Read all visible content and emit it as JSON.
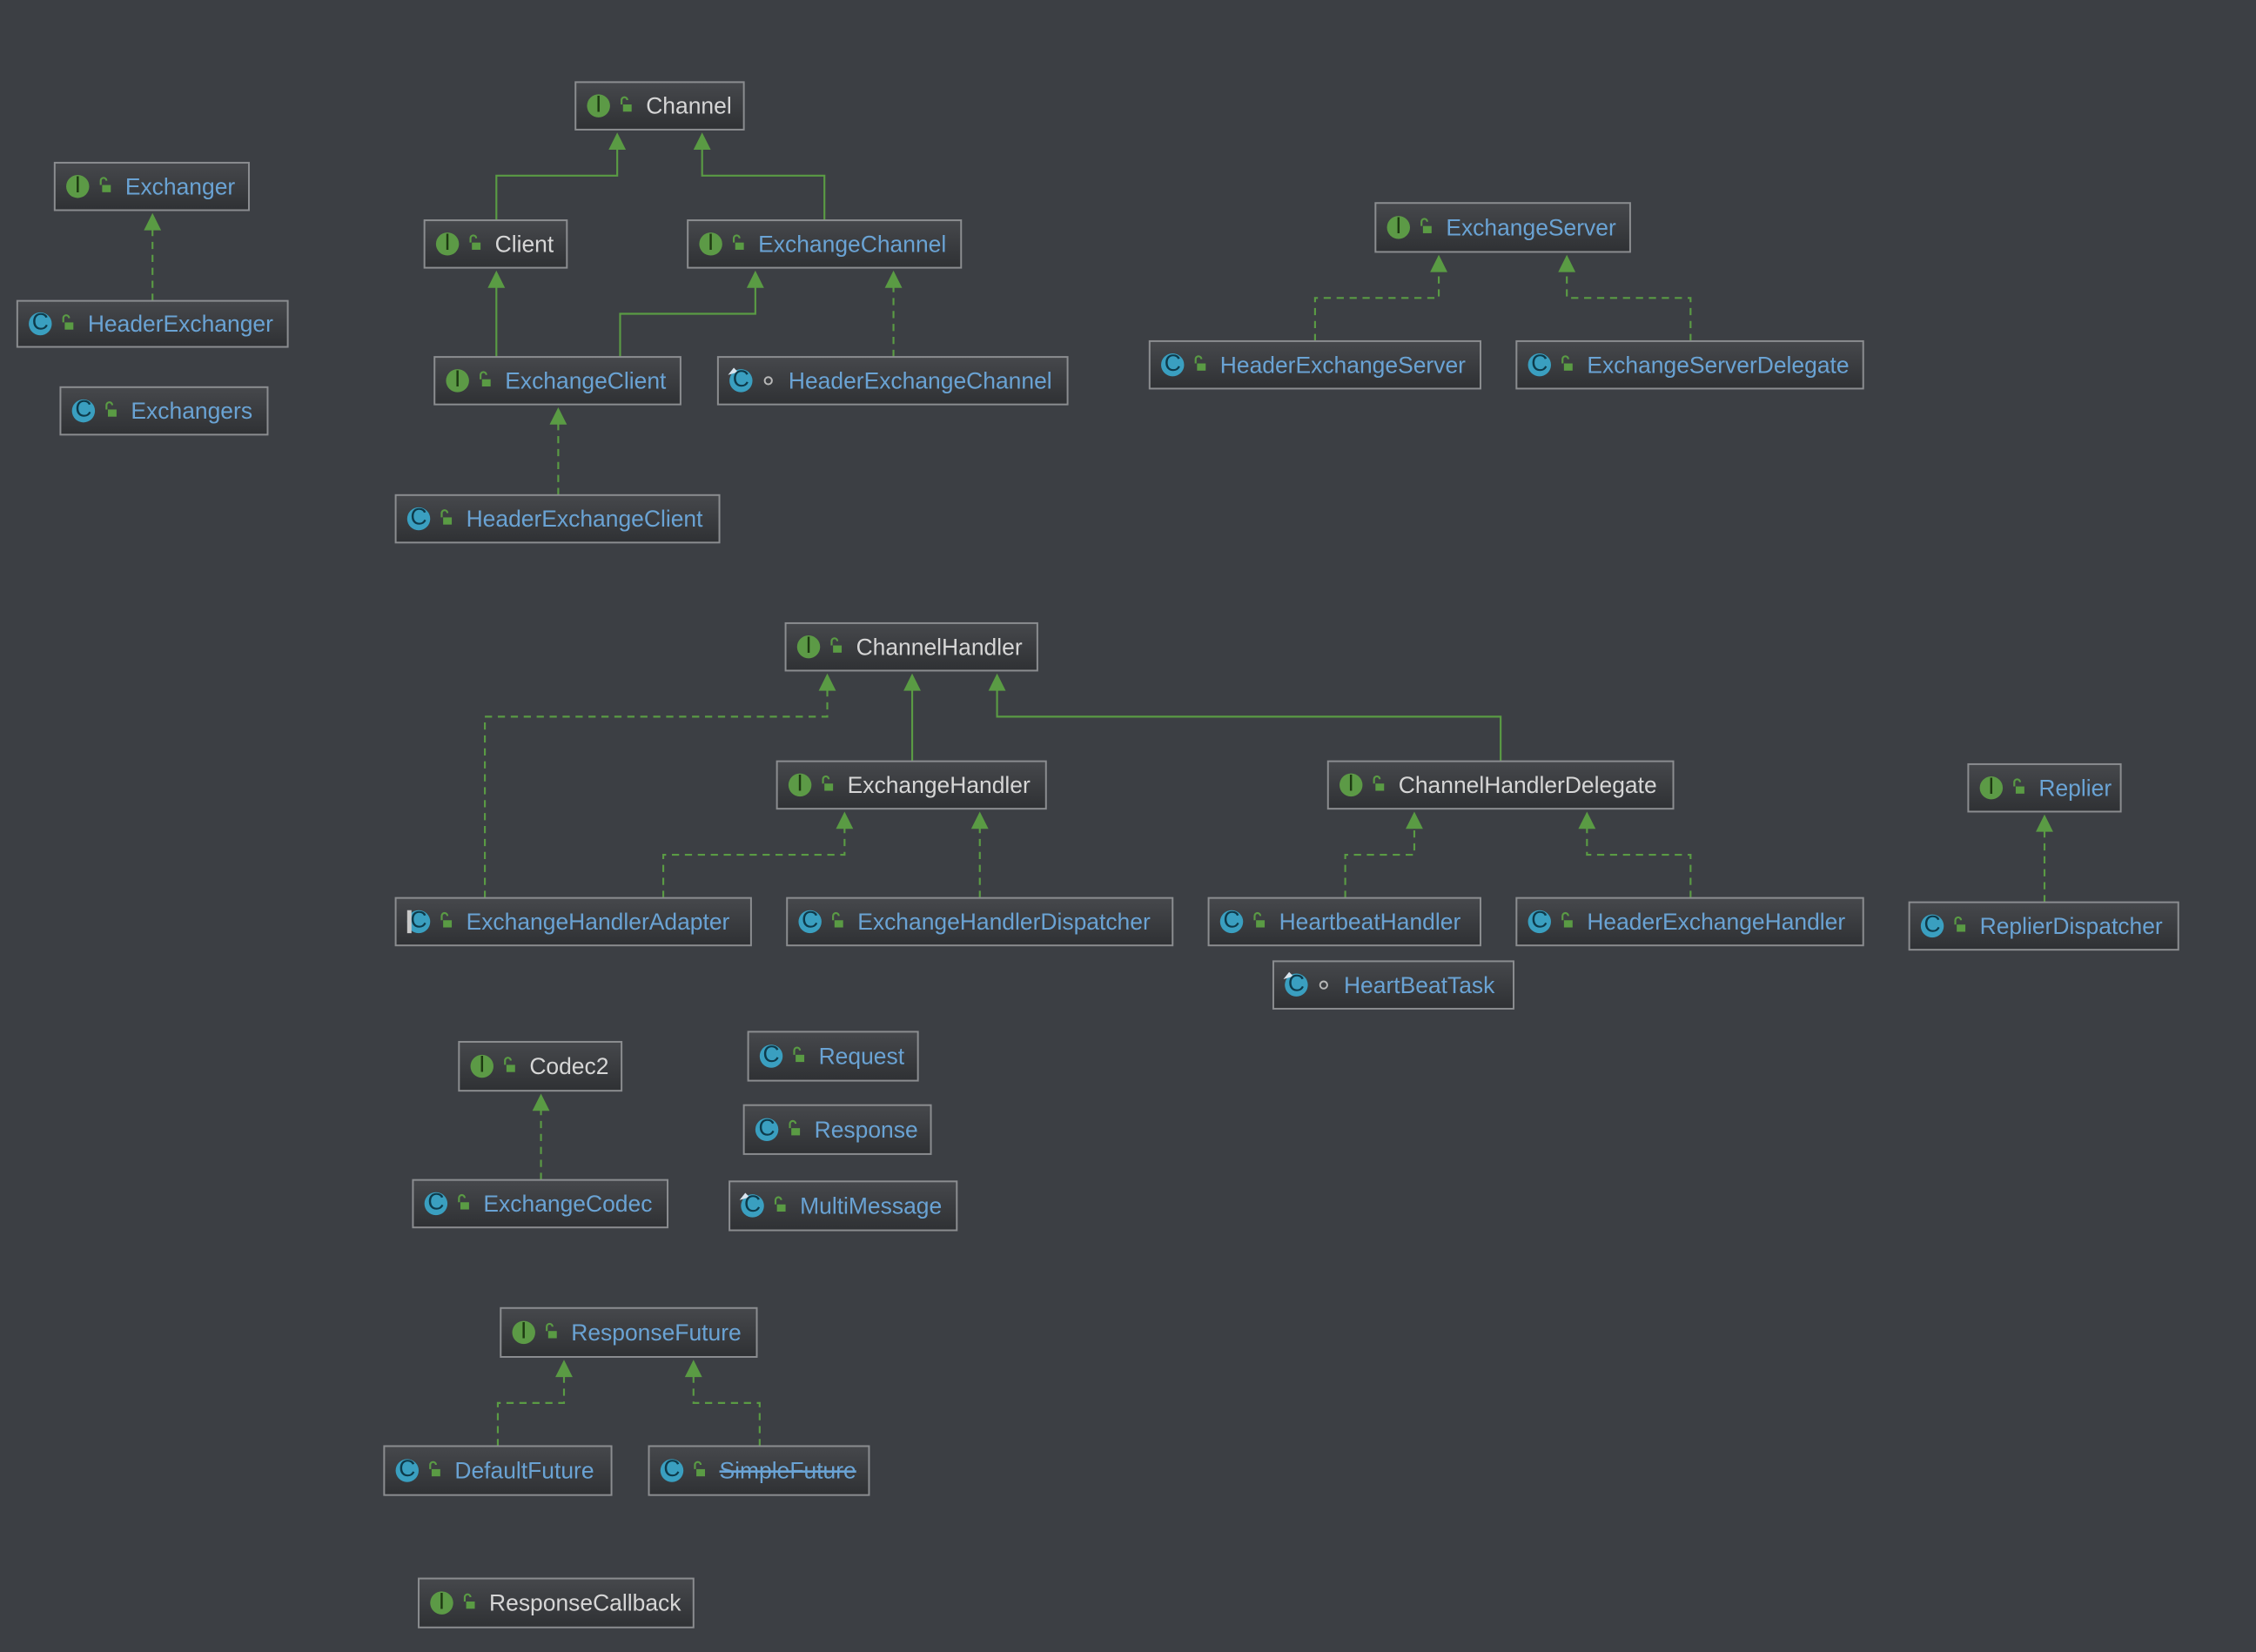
{
  "colors": {
    "background": "#3c3f44",
    "edge": "#5a9b44",
    "interface_badge": "#5c9a46",
    "class_badge": "#3a9fc0",
    "text_blue": "#6aa3d4",
    "text_white": "#d6d6d6"
  },
  "badges": {
    "interface": "I",
    "class": "C"
  },
  "nodes": [
    {
      "name": "Channel",
      "kind": "interface",
      "text": "white"
    },
    {
      "name": "Exchanger",
      "kind": "interface",
      "text": "blue"
    },
    {
      "name": "HeaderExchanger",
      "kind": "class",
      "text": "blue"
    },
    {
      "name": "Exchangers",
      "kind": "class",
      "text": "blue"
    },
    {
      "name": "Client",
      "kind": "interface",
      "text": "white"
    },
    {
      "name": "ExchangeChannel",
      "kind": "interface",
      "text": "blue"
    },
    {
      "name": "ExchangeClient",
      "kind": "interface",
      "text": "blue"
    },
    {
      "name": "HeaderExchangeChannel",
      "kind": "class-final",
      "text": "blue",
      "visibility": "package"
    },
    {
      "name": "HeaderExchangeClient",
      "kind": "class",
      "text": "blue"
    },
    {
      "name": "ExchangeServer",
      "kind": "interface",
      "text": "blue"
    },
    {
      "name": "HeaderExchangeServer",
      "kind": "class",
      "text": "blue"
    },
    {
      "name": "ExchangeServerDelegate",
      "kind": "class",
      "text": "blue"
    },
    {
      "name": "ChannelHandler",
      "kind": "interface",
      "text": "white"
    },
    {
      "name": "ExchangeHandler",
      "kind": "interface",
      "text": "white"
    },
    {
      "name": "ChannelHandlerDelegate",
      "kind": "interface",
      "text": "white"
    },
    {
      "name": "Replier",
      "kind": "interface",
      "text": "blue"
    },
    {
      "name": "ExchangeHandlerAdapter",
      "kind": "abstract",
      "text": "blue"
    },
    {
      "name": "ExchangeHandlerDispatcher",
      "kind": "class",
      "text": "blue"
    },
    {
      "name": "HeartbeatHandler",
      "kind": "class",
      "text": "blue"
    },
    {
      "name": "HeaderExchangeHandler",
      "kind": "class",
      "text": "blue"
    },
    {
      "name": "ReplierDispatcher",
      "kind": "class",
      "text": "blue"
    },
    {
      "name": "HeartBeatTask",
      "kind": "class-final",
      "text": "blue",
      "visibility": "package"
    },
    {
      "name": "Codec2",
      "kind": "interface",
      "text": "white"
    },
    {
      "name": "Request",
      "kind": "class",
      "text": "blue"
    },
    {
      "name": "Response",
      "kind": "class",
      "text": "blue"
    },
    {
      "name": "ExchangeCodec",
      "kind": "class",
      "text": "blue"
    },
    {
      "name": "MultiMessage",
      "kind": "class-final",
      "text": "blue"
    },
    {
      "name": "ResponseFuture",
      "kind": "interface",
      "text": "blue"
    },
    {
      "name": "DefaultFuture",
      "kind": "class",
      "text": "blue"
    },
    {
      "name": "SimpleFuture",
      "kind": "class",
      "text": "blue",
      "deprecated": true
    },
    {
      "name": "ResponseCallback",
      "kind": "interface",
      "text": "white"
    }
  ],
  "edges": [
    {
      "from": "Client",
      "to": "Channel",
      "type": "extends"
    },
    {
      "from": "ExchangeChannel",
      "to": "Channel",
      "type": "extends"
    },
    {
      "from": "HeaderExchanger",
      "to": "Exchanger",
      "type": "implements"
    },
    {
      "from": "ExchangeClient",
      "to": "Client",
      "type": "extends"
    },
    {
      "from": "ExchangeClient",
      "to": "ExchangeChannel",
      "type": "extends"
    },
    {
      "from": "HeaderExchangeChannel",
      "to": "ExchangeChannel",
      "type": "implements"
    },
    {
      "from": "HeaderExchangeClient",
      "to": "ExchangeClient",
      "type": "implements"
    },
    {
      "from": "HeaderExchangeServer",
      "to": "ExchangeServer",
      "type": "implements"
    },
    {
      "from": "ExchangeServerDelegate",
      "to": "ExchangeServer",
      "type": "implements"
    },
    {
      "from": "ExchangeHandlerAdapter",
      "to": "ChannelHandler",
      "type": "implements"
    },
    {
      "from": "ExchangeHandler",
      "to": "ChannelHandler",
      "type": "extends"
    },
    {
      "from": "ChannelHandlerDelegate",
      "to": "ChannelHandler",
      "type": "extends"
    },
    {
      "from": "ExchangeHandlerAdapter",
      "to": "ExchangeHandler",
      "type": "implements"
    },
    {
      "from": "ExchangeHandlerDispatcher",
      "to": "ExchangeHandler",
      "type": "implements"
    },
    {
      "from": "HeartbeatHandler",
      "to": "ChannelHandlerDelegate",
      "type": "implements"
    },
    {
      "from": "HeaderExchangeHandler",
      "to": "ChannelHandlerDelegate",
      "type": "implements"
    },
    {
      "from": "ReplierDispatcher",
      "to": "Replier",
      "type": "implements"
    },
    {
      "from": "ExchangeCodec",
      "to": "Codec2",
      "type": "implements"
    },
    {
      "from": "DefaultFuture",
      "to": "ResponseFuture",
      "type": "implements"
    },
    {
      "from": "SimpleFuture",
      "to": "ResponseFuture",
      "type": "implements"
    }
  ]
}
